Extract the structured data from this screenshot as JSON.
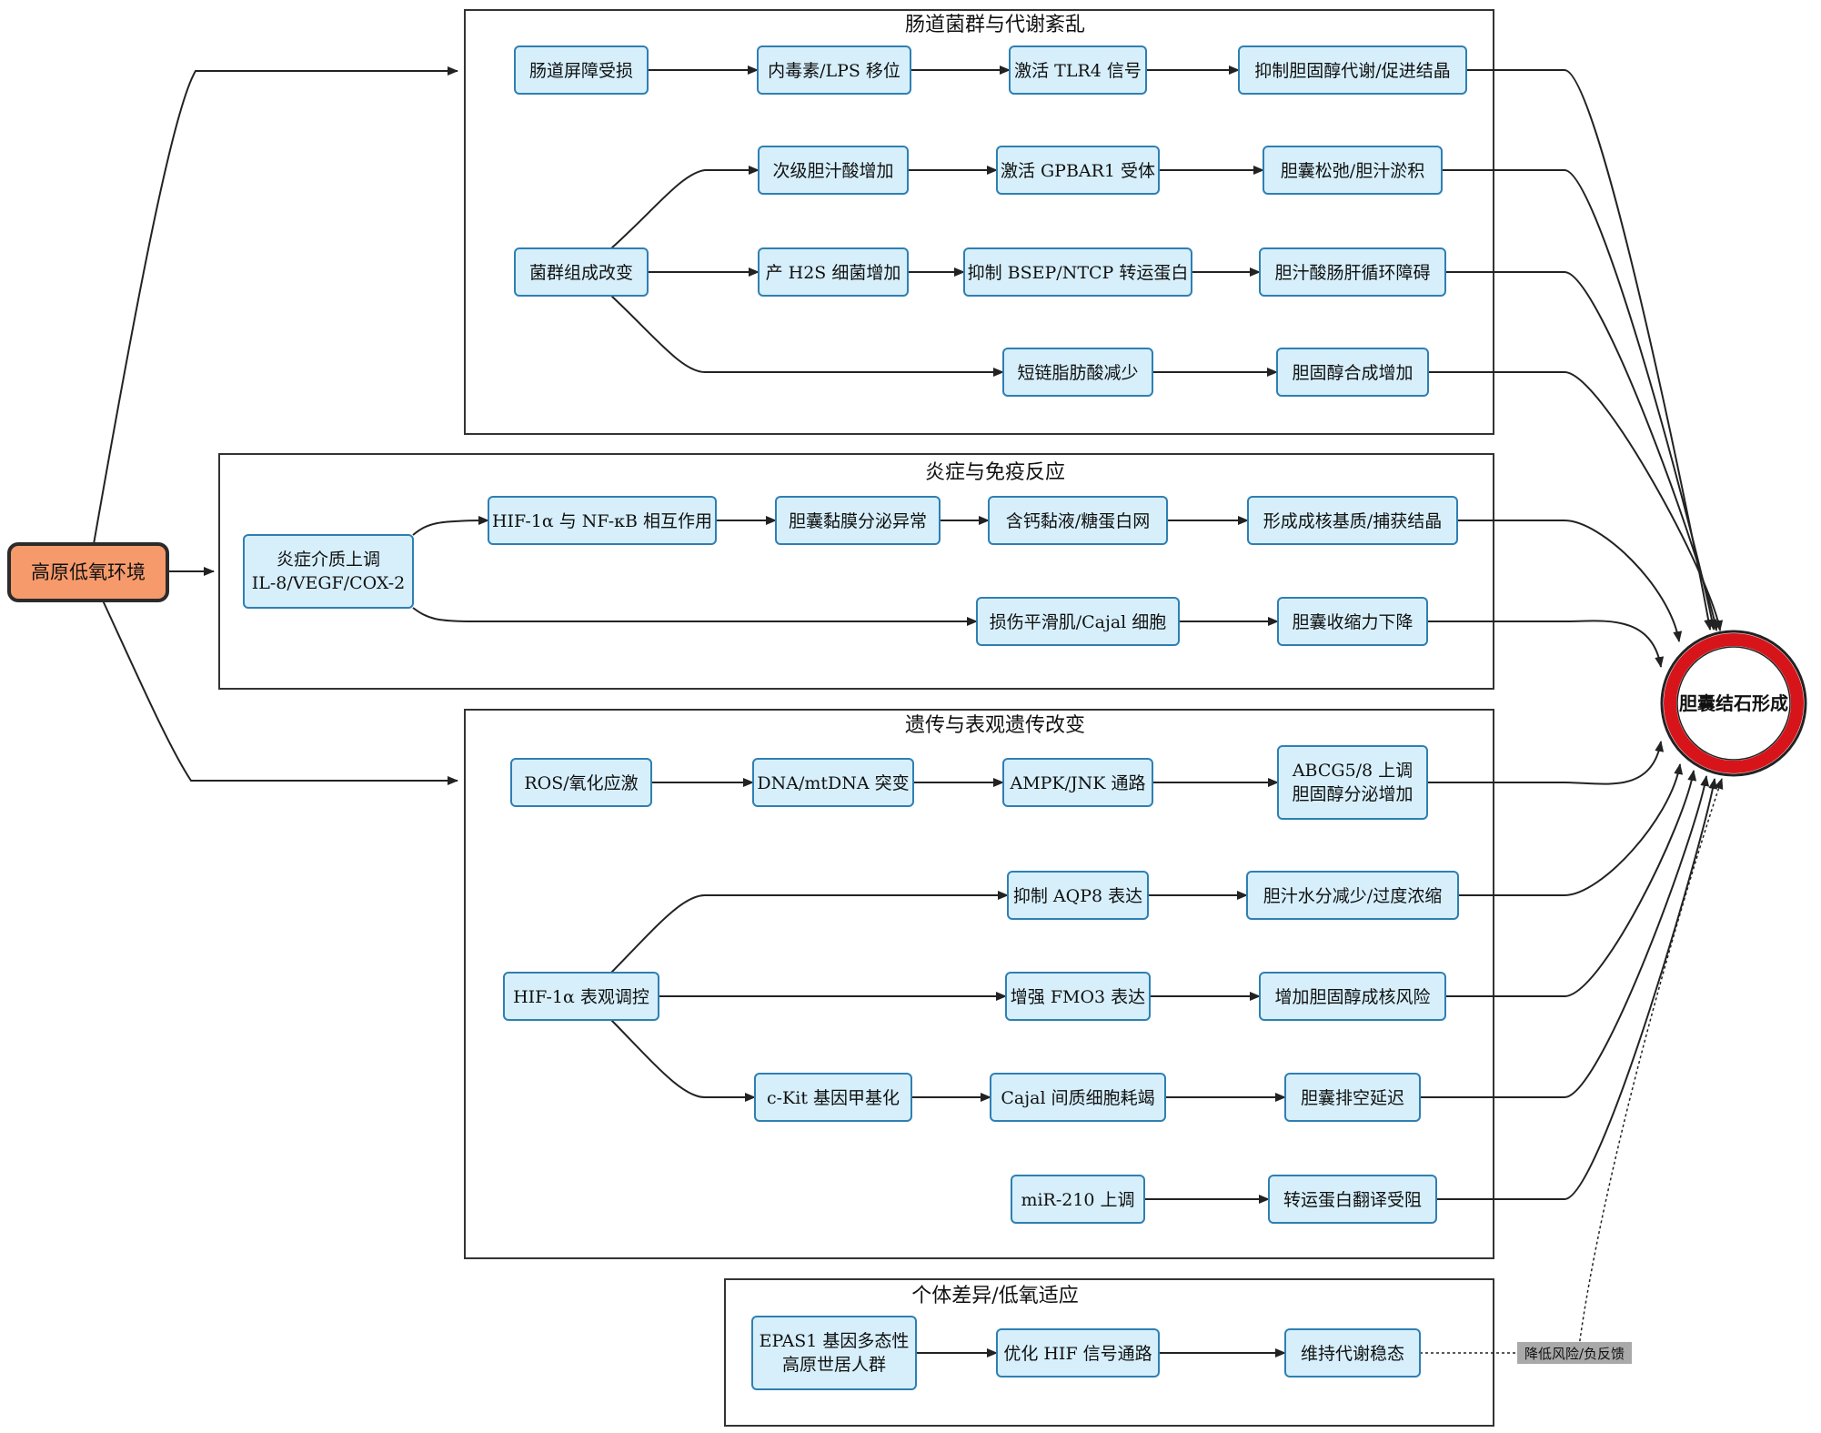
{
  "colors": {
    "node_fill": "#d6effb",
    "node_stroke": "#2f7fb2",
    "source_fill": "#f79a6b",
    "source_stroke": "#2b2b2b",
    "target_ring": "#d8141b",
    "cluster_stroke": "#333333",
    "edge": "#222222",
    "note_fill": "#a9a9a9"
  },
  "icons": {
    "target": "red-ring-circle"
  },
  "source": {
    "label": "高原低氧环境"
  },
  "target": {
    "label": "胆囊结石形成"
  },
  "clusters": {
    "gut": {
      "title": "肠道菌群与代谢紊乱"
    },
    "inflammation": {
      "title": "炎症与免疫反应"
    },
    "genetic": {
      "title": "遗传与表观遗传改变"
    },
    "individual": {
      "title": "个体差异/低氧适应"
    }
  },
  "nodes": {
    "g1": "肠道屏障受损",
    "g2": "内毒素/LPS 移位",
    "g3": "激活 TLR4 信号",
    "g4": "抑制胆固醇代谢/促进结晶",
    "g5": "次级胆汁酸增加",
    "g6": "激活 GPBAR1 受体",
    "g7": "胆囊松弛/胆汁淤积",
    "g8": "菌群组成改变",
    "g9": "产 H2S 细菌增加",
    "g10": "抑制 BSEP/NTCP 转运蛋白",
    "g11": "胆汁酸肠肝循环障碍",
    "g12": "短链脂肪酸减少",
    "g13": "胆固醇合成增加",
    "i1": [
      "炎症介质上调",
      "IL-8/VEGF/COX-2"
    ],
    "i2": "HIF-1α 与 NF-κB 相互作用",
    "i3": "胆囊黏膜分泌异常",
    "i4": "含钙黏液/糖蛋白网",
    "i5": "形成成核基质/捕获结晶",
    "i6": "损伤平滑肌/Cajal 细胞",
    "i7": "胆囊收缩力下降",
    "e1": "ROS/氧化应激",
    "e2": "DNA/mtDNA 突变",
    "e3": "AMPK/JNK 通路",
    "e4": [
      "ABCG5/8 上调",
      "胆固醇分泌增加"
    ],
    "e5": "抑制 AQP8 表达",
    "e6": "胆汁水分减少/过度浓缩",
    "e7": "HIF-1α 表观调控",
    "e8": "增强 FMO3 表达",
    "e9": "增加胆固醇成核风险",
    "e10": "c-Kit 基因甲基化",
    "e11": "Cajal 间质细胞耗竭",
    "e12": "胆囊排空延迟",
    "e13": "miR-210 上调",
    "e14": "转运蛋白翻译受阻",
    "a1": [
      "EPAS1 基因多态性",
      "高原世居人群"
    ],
    "a2": "优化 HIF 信号通路",
    "a3": "维持代谢稳态"
  },
  "edge_label": "降低风险/负反馈"
}
